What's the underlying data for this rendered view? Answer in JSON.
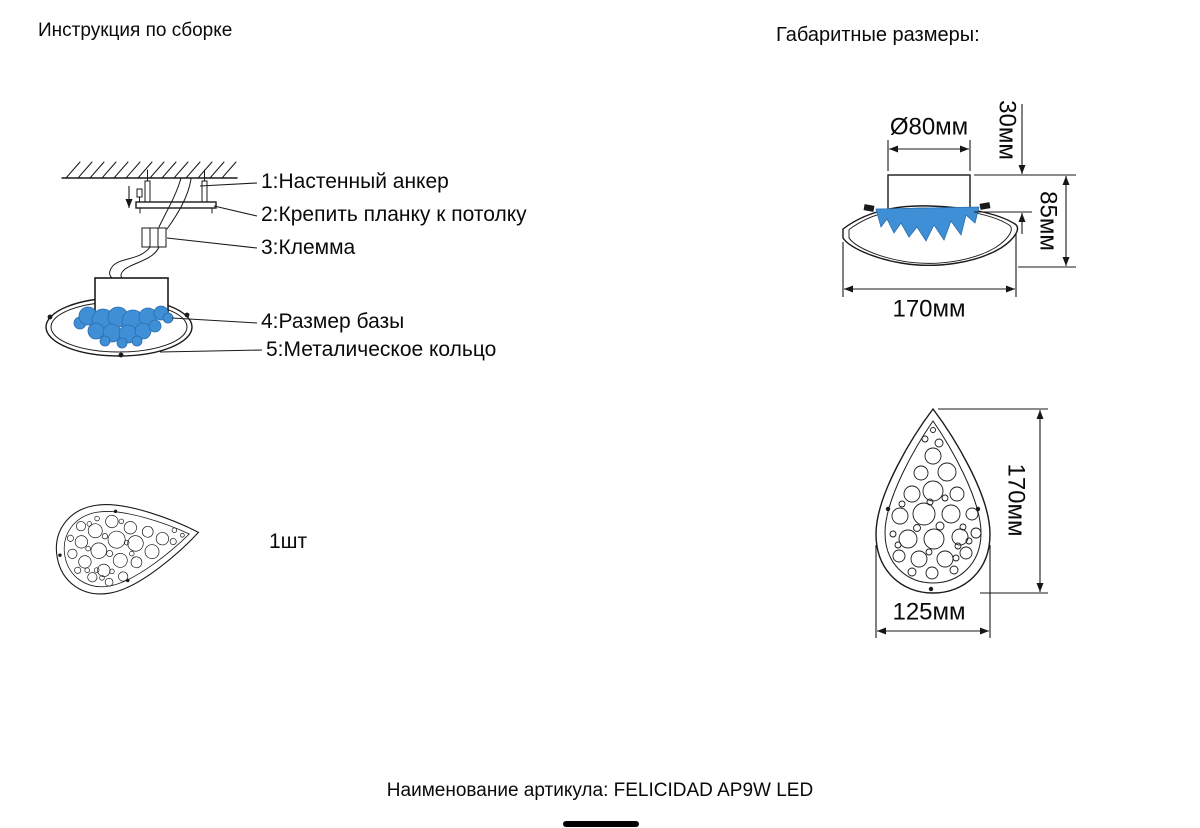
{
  "header": {
    "title": "Инструкция по сборке",
    "dimensions_title": "Габаритные размеры:"
  },
  "assembly": {
    "labels": [
      "1:Настенный анкер",
      "2:Крепить планку к потолку",
      "3:Клемма",
      "4:Размер базы",
      "5:Металическое кольцо"
    ],
    "quantity": "1шт"
  },
  "dimensions": {
    "side_view": {
      "diameter": "Ø80мм",
      "base_height": "30мм",
      "total_height": "85мм",
      "width": "170мм"
    },
    "front_view": {
      "height": "170мм",
      "width": "125мм"
    }
  },
  "footer": {
    "article_label": "Наименование артикула: FELICIDAD AP9W LED"
  },
  "colors": {
    "line": "#1a1a1a",
    "crystal": "#3f8fd6",
    "crystal-dark": "#2a6cb0"
  }
}
